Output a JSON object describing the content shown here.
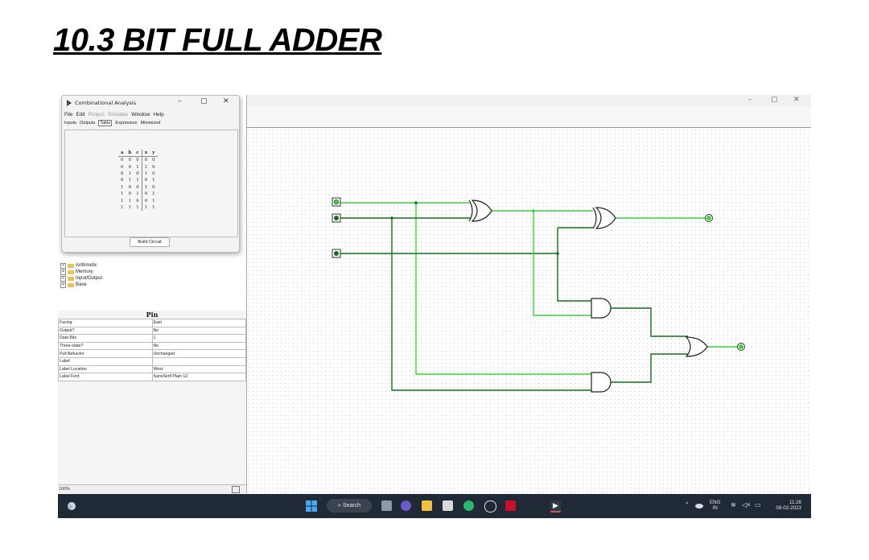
{
  "document": {
    "title": "10.3 BIT FULL ADDER"
  },
  "main_window": {
    "controls": [
      "–",
      "▢",
      "✕"
    ]
  },
  "combinational_analysis": {
    "title": "Combinational Analysis",
    "controls": [
      "–",
      "▢",
      "✕"
    ],
    "menu": [
      "File",
      "Edit",
      "Project",
      "Simulate",
      "Window",
      "Help"
    ],
    "tabs": [
      "Inputs",
      "Outputs",
      "Table",
      "Expression",
      "Minimized"
    ],
    "active_tab": "Table",
    "truth_table": {
      "headers": [
        "a",
        "b",
        "c",
        "x",
        "y"
      ],
      "rows": [
        [
          "0",
          "0",
          "0",
          "0",
          "0"
        ],
        [
          "0",
          "0",
          "1",
          "1",
          "0"
        ],
        [
          "0",
          "1",
          "0",
          "1",
          "0"
        ],
        [
          "0",
          "1",
          "1",
          "0",
          "1"
        ],
        [
          "1",
          "0",
          "0",
          "1",
          "0"
        ],
        [
          "1",
          "0",
          "1",
          "0",
          "1"
        ],
        [
          "1",
          "1",
          "0",
          "0",
          "1"
        ],
        [
          "1",
          "1",
          "1",
          "1",
          "1"
        ]
      ]
    },
    "build_button": "Build Circuit"
  },
  "explorer": {
    "tree": [
      "Arithmetic",
      "Memory",
      "Input/Output",
      "Base"
    ]
  },
  "attributes": {
    "title": "Pin",
    "rows": [
      [
        "Facing",
        "East"
      ],
      [
        "Output?",
        "No"
      ],
      [
        "Data Bits",
        "1"
      ],
      [
        "Three-state?",
        "No"
      ],
      [
        "Pull Behavior",
        "Unchanged"
      ],
      [
        "Label",
        ""
      ],
      [
        "Label Location",
        "West"
      ],
      [
        "Label Font",
        "SansSerif Plain 12"
      ]
    ]
  },
  "status": {
    "zoom": "100%"
  },
  "taskbar": {
    "search": "Search",
    "lang": "ENG",
    "region": "IN",
    "time": "11:28",
    "date": "09-02-2023"
  },
  "colors": {
    "wire_on": "#3fcf3f",
    "wire_off": "#1a6b1a",
    "taskbar": "#1f2a36"
  }
}
